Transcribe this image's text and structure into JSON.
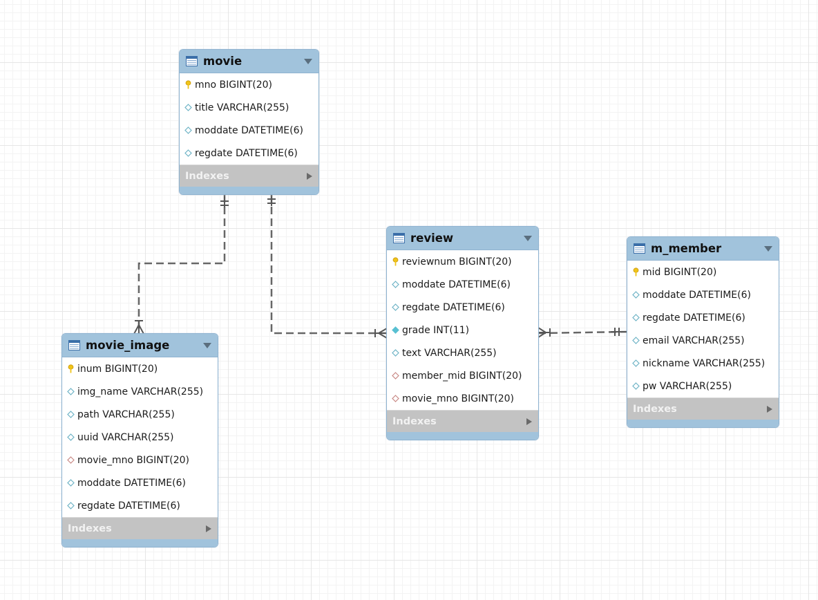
{
  "diagram": {
    "entities": [
      {
        "id": "movie",
        "name": "movie",
        "columns": [
          {
            "text": "mno BIGINT(20)",
            "kind": "pk"
          },
          {
            "text": "title VARCHAR(255)",
            "kind": "col"
          },
          {
            "text": "moddate DATETIME(6)",
            "kind": "col"
          },
          {
            "text": "regdate DATETIME(6)",
            "kind": "col"
          }
        ],
        "indexes_label": "Indexes"
      },
      {
        "id": "movie_image",
        "name": "movie_image",
        "columns": [
          {
            "text": "inum BIGINT(20)",
            "kind": "pk"
          },
          {
            "text": "img_name VARCHAR(255)",
            "kind": "col"
          },
          {
            "text": "path VARCHAR(255)",
            "kind": "col"
          },
          {
            "text": "uuid VARCHAR(255)",
            "kind": "col"
          },
          {
            "text": "movie_mno BIGINT(20)",
            "kind": "fk"
          },
          {
            "text": "moddate DATETIME(6)",
            "kind": "col"
          },
          {
            "text": "regdate DATETIME(6)",
            "kind": "col"
          }
        ],
        "indexes_label": "Indexes"
      },
      {
        "id": "review",
        "name": "review",
        "columns": [
          {
            "text": "reviewnum BIGINT(20)",
            "kind": "pk"
          },
          {
            "text": "moddate DATETIME(6)",
            "kind": "col"
          },
          {
            "text": "regdate DATETIME(6)",
            "kind": "col"
          },
          {
            "text": "grade INT(11)",
            "kind": "notnull"
          },
          {
            "text": "text VARCHAR(255)",
            "kind": "col"
          },
          {
            "text": "member_mid BIGINT(20)",
            "kind": "fk"
          },
          {
            "text": "movie_mno BIGINT(20)",
            "kind": "fk"
          }
        ],
        "indexes_label": "Indexes"
      },
      {
        "id": "m_member",
        "name": "m_member",
        "columns": [
          {
            "text": "mid BIGINT(20)",
            "kind": "pk"
          },
          {
            "text": "moddate DATETIME(6)",
            "kind": "col"
          },
          {
            "text": "regdate DATETIME(6)",
            "kind": "col"
          },
          {
            "text": "email VARCHAR(255)",
            "kind": "col"
          },
          {
            "text": "nickname VARCHAR(255)",
            "kind": "col"
          },
          {
            "text": "pw VARCHAR(255)",
            "kind": "col"
          }
        ],
        "indexes_label": "Indexes"
      }
    ],
    "relationships": [
      {
        "from": "movie",
        "to": "movie_image",
        "from_end": "one-and-only-one",
        "to_end": "one-or-many"
      },
      {
        "from": "movie",
        "to": "review",
        "from_end": "one-and-only-one",
        "to_end": "one-or-many"
      },
      {
        "from": "m_member",
        "to": "review",
        "from_end": "one-and-only-one",
        "to_end": "one-or-many"
      }
    ],
    "colors": {
      "header": "#a1c3dc",
      "indexes_bar": "#c3c3c3",
      "primary_key": "#f0c419",
      "column": "#6fb4c6",
      "not_null": "#58c0d2",
      "foreign_key": "#c98a86",
      "link": "#666666"
    },
    "icons": {
      "table": "table-icon",
      "collapse": "triangle-down-icon",
      "expand": "triangle-right-icon",
      "primary_key": "key-icon",
      "column": "diamond-icon"
    }
  }
}
